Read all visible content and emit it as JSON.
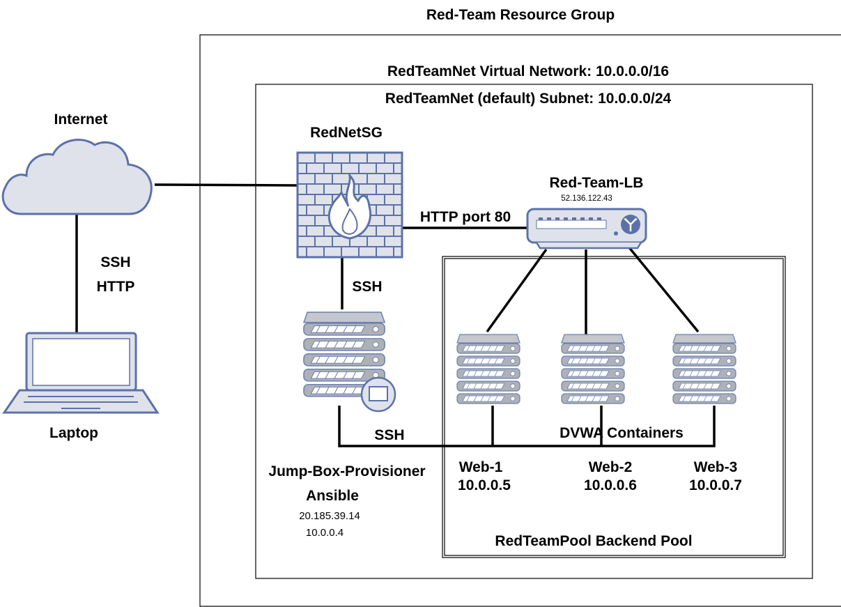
{
  "resource_group": {
    "title": "Red-Team Resource Group"
  },
  "vnet": {
    "title": "RedTeamNet Virtual Network: 10.0.0.0/16"
  },
  "subnet": {
    "title": "RedTeamNet (default) Subnet: 10.0.0.0/24"
  },
  "internet": {
    "label": "Internet",
    "icon": "cloud-icon"
  },
  "laptop": {
    "label": "Laptop",
    "icon": "laptop-icon"
  },
  "firewall": {
    "label": "RedNetSG",
    "icon": "firewall-icon"
  },
  "load_balancer": {
    "label": "Red-Team-LB",
    "ip": "52.136.122.43",
    "icon": "load-balancer-icon"
  },
  "jumpbox": {
    "name": "Jump-Box-Provisioner",
    "role": "Ansible",
    "public_ip": "20.185.39.14",
    "private_ip": "10.0.0.4",
    "icon": "server-icon"
  },
  "backend_pool": {
    "title": "RedTeamPool Backend Pool",
    "containers_label": "DVWA Containers",
    "servers": [
      {
        "name": "Web-1",
        "ip": "10.0.0.5",
        "icon": "server-icon"
      },
      {
        "name": "Web-2",
        "ip": "10.0.0.6",
        "icon": "server-icon"
      },
      {
        "name": "Web-3",
        "ip": "10.0.0.7",
        "icon": "server-icon"
      }
    ]
  },
  "connections": {
    "laptop_internet": [
      "SSH",
      "HTTP"
    ],
    "firewall_lb": "HTTP port 80",
    "firewall_jumpbox": "SSH",
    "jumpbox_web": "SSH"
  },
  "colors": {
    "icon_fill": "#dfe2ea",
    "icon_stroke": "#5b71a8",
    "server_fill": "#a9acb2",
    "server_stroke": "#6a7fb0"
  }
}
